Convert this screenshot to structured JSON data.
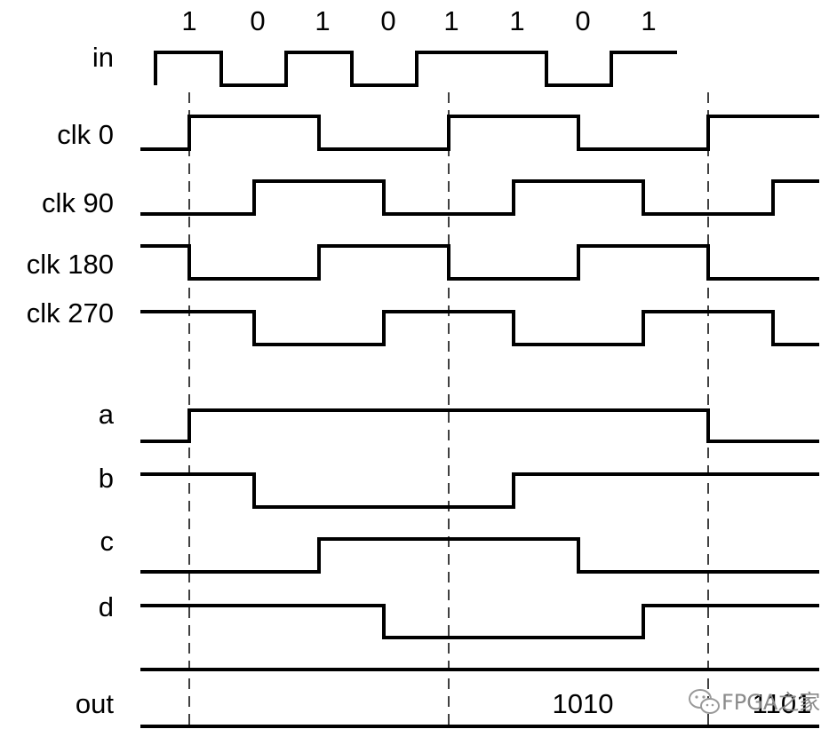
{
  "timing_diagram": {
    "input_bits": [
      "1",
      "0",
      "1",
      "0",
      "1",
      "1",
      "0",
      "1"
    ],
    "signals": [
      {
        "label": "in",
        "levels": [
          1,
          0,
          1,
          0,
          1,
          1,
          0,
          1
        ]
      },
      {
        "label": "clk 0",
        "levels": [
          0,
          1,
          1,
          0,
          0,
          1,
          1,
          0,
          0,
          1,
          1
        ]
      },
      {
        "label": "clk 90",
        "levels": [
          0,
          0,
          1,
          1,
          0,
          0,
          1,
          1,
          0,
          0,
          1
        ]
      },
      {
        "label": "clk 180",
        "levels": [
          1,
          0,
          0,
          1,
          1,
          0,
          0,
          1,
          1,
          0,
          0
        ]
      },
      {
        "label": "clk 270",
        "levels": [
          1,
          1,
          0,
          0,
          1,
          1,
          0,
          0,
          1,
          1,
          0
        ]
      },
      {
        "label": "a",
        "levels": [
          0,
          1,
          1,
          1,
          1,
          1,
          1,
          1,
          1,
          0,
          0
        ]
      },
      {
        "label": "b",
        "levels": [
          1,
          1,
          0,
          0,
          0,
          0,
          1,
          1,
          1,
          1,
          1
        ]
      },
      {
        "label": "c",
        "levels": [
          0,
          0,
          0,
          1,
          1,
          1,
          1,
          0,
          0,
          0,
          0
        ]
      },
      {
        "label": "d",
        "levels": [
          1,
          1,
          1,
          1,
          0,
          0,
          0,
          0,
          1,
          1,
          1
        ]
      }
    ],
    "out": {
      "label": "out",
      "values": [
        "1010",
        "1101"
      ]
    }
  },
  "watermark": {
    "icon": "wechat-icon",
    "text": "FPGA之家"
  }
}
